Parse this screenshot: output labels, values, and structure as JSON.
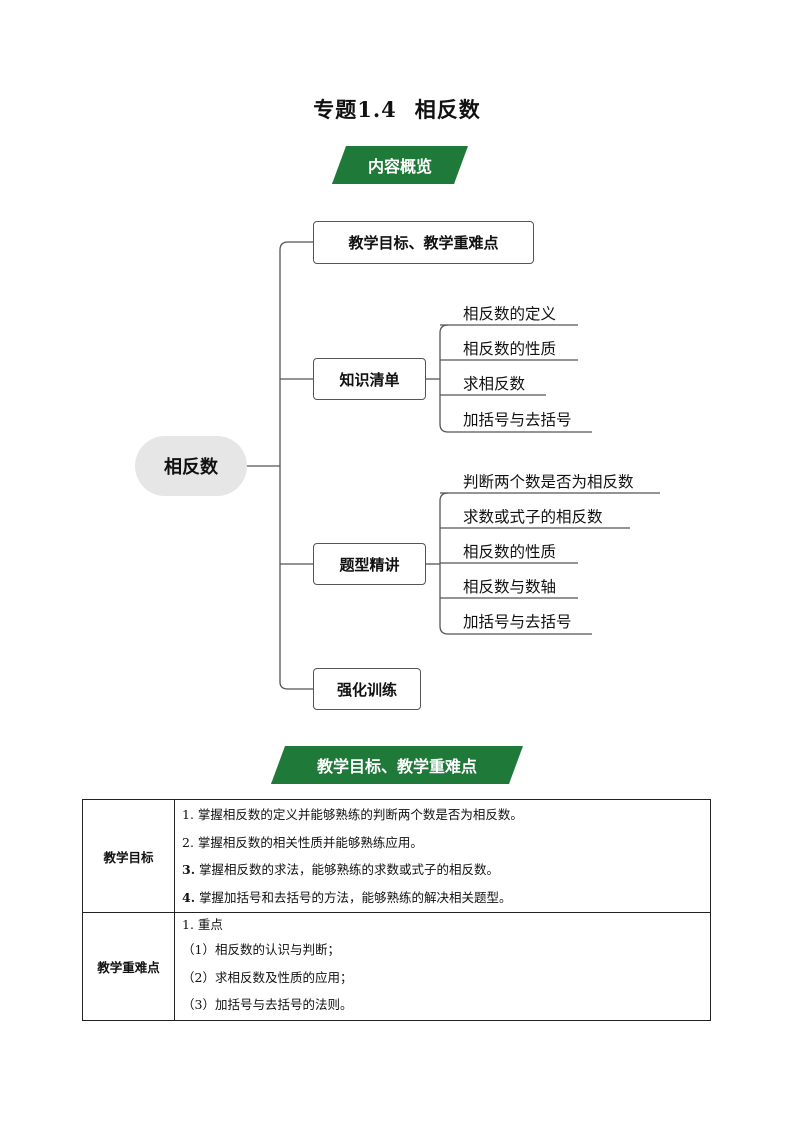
{
  "title": {
    "prefix": "专题",
    "number": "1.4",
    "name": "相反数"
  },
  "banners": {
    "overview": "内容概览",
    "goals": "教学目标、教学重难点"
  },
  "mindmap": {
    "root": "相反数",
    "branches": [
      {
        "label": "教学目标、教学重难点",
        "leaves": []
      },
      {
        "label": "知识清单",
        "leaves": [
          "相反数的定义",
          "相反数的性质",
          "求相反数",
          "加括号与去括号"
        ]
      },
      {
        "label": "题型精讲",
        "leaves": [
          "判断两个数是否为相反数",
          "求数或式子的相反数",
          "相反数的性质",
          "相反数与数轴",
          "加括号与去括号"
        ]
      },
      {
        "label": "强化训练",
        "leaves": []
      }
    ]
  },
  "table": {
    "rows": [
      {
        "head": "教学目标",
        "lines": [
          {
            "num": "1.",
            "text": "掌握相反数的定义并能够熟练的判断两个数是否为相反数。"
          },
          {
            "num": "2.",
            "text": "掌握相反数的相关性质并能够熟练应用。"
          },
          {
            "num": "3.",
            "text": "掌握相反数的求法，能够熟练的求数或式子的相反数。"
          },
          {
            "num": "4.",
            "text": "掌握加括号和去括号的方法，能够熟练的解决相关题型。"
          }
        ]
      },
      {
        "head": "教学重难点",
        "lines": [
          {
            "num": "1.",
            "text": "重点"
          },
          {
            "num": "",
            "text": "（1）相反数的认识与判断；"
          },
          {
            "num": "",
            "text": "（2）求相反数及性质的应用；"
          },
          {
            "num": "",
            "text": "（3）加括号与去括号的法则。"
          }
        ]
      }
    ]
  },
  "colors": {
    "banner": "#1f7a3a",
    "root_bg": "#e6e6e6",
    "connector": "#555555"
  }
}
